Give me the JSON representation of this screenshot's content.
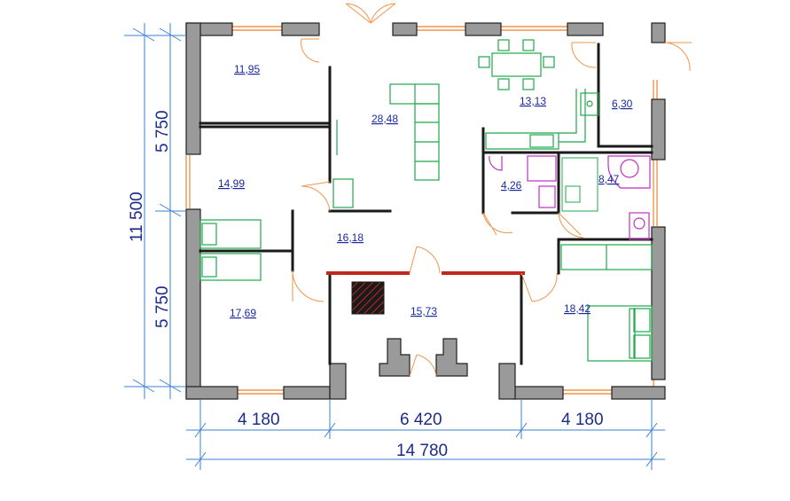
{
  "rooms": [
    {
      "label": "11,95"
    },
    {
      "label": "28,48"
    },
    {
      "label": "13,13"
    },
    {
      "label": "6,30"
    },
    {
      "label": "14,99"
    },
    {
      "label": "4,26"
    },
    {
      "label": "8,47"
    },
    {
      "label": "16,18"
    },
    {
      "label": "17,69"
    },
    {
      "label": "15,73"
    },
    {
      "label": "18,42"
    }
  ],
  "dimensions": {
    "bottom_segments": [
      "4 180",
      "6 420",
      "4 180"
    ],
    "bottom_total": "14 780",
    "left_segments": [
      "5 750",
      "5 750"
    ],
    "left_total": "11 500"
  },
  "colors": {
    "wall": "#9a9a9a",
    "window": "#f2944a",
    "furniture": "#1fa84a",
    "bathroom_fixtures": "#c22ec2",
    "dimension_line": "#3b82d6",
    "dimension_text": "#1c2c8c",
    "area_label": "#1a2aa0",
    "fireplace": "#c0281e"
  }
}
